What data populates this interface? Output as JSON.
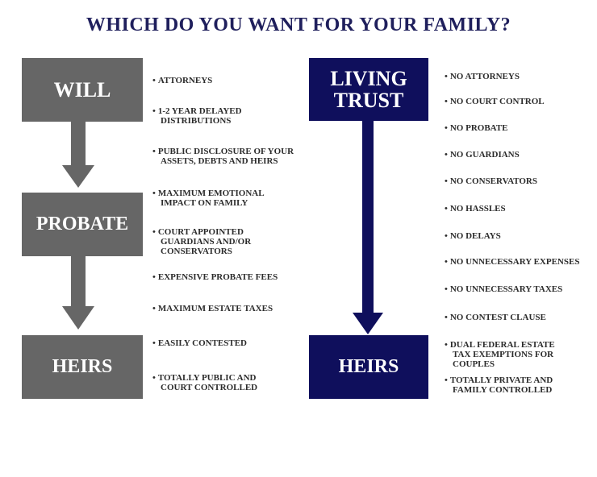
{
  "title": "WHICH DO YOU WANT FOR YOUR FAMILY?",
  "colors": {
    "gray": "#666666",
    "navy": "#0f0f5c",
    "title": "#1f1f5c"
  },
  "left_flow": {
    "will": "WILL",
    "probate": "PROBATE",
    "heirs": "HEIRS"
  },
  "right_flow": {
    "living_trust_line1": "LIVING",
    "living_trust_line2": "TRUST",
    "heirs": "HEIRS"
  },
  "will_points": [
    {
      "line1": "ATTORNEYS"
    },
    {
      "line1": "1-2 YEAR DELAYED",
      "line2": "DISTRIBUTIONS"
    },
    {
      "line1": "PUBLIC DISCLOSURE OF YOUR",
      "line2": "ASSETS, DEBTS AND HEIRS"
    },
    {
      "line1": "MAXIMUM EMOTIONAL",
      "line2": "IMPACT ON FAMILY"
    },
    {
      "line1": "COURT APPOINTED",
      "line2": "GUARDIANS AND/OR",
      "line3": "CONSERVATORS"
    },
    {
      "line1": "EXPENSIVE PROBATE FEES"
    },
    {
      "line1": "MAXIMUM ESTATE TAXES"
    },
    {
      "line1": "EASILY CONTESTED"
    },
    {
      "line1": "TOTALLY PUBLIC AND",
      "line2": "COURT CONTROLLED"
    }
  ],
  "trust_points": [
    {
      "line1": "NO ATTORNEYS"
    },
    {
      "line1": "NO COURT CONTROL"
    },
    {
      "line1": "NO PROBATE"
    },
    {
      "line1": "NO GUARDIANS"
    },
    {
      "line1": "NO CONSERVATORS"
    },
    {
      "line1": "NO HASSLES"
    },
    {
      "line1": "NO DELAYS"
    },
    {
      "line1": "NO UNNECESSARY EXPENSES"
    },
    {
      "line1": "NO UNNECESSARY TAXES"
    },
    {
      "line1": "NO CONTEST CLAUSE"
    },
    {
      "line1": "DUAL FEDERAL ESTATE",
      "line2": "TAX EXEMPTIONS FOR",
      "line3": "COUPLES"
    },
    {
      "line1": "TOTALLY PRIVATE AND",
      "line2": "FAMILY CONTROLLED"
    }
  ]
}
